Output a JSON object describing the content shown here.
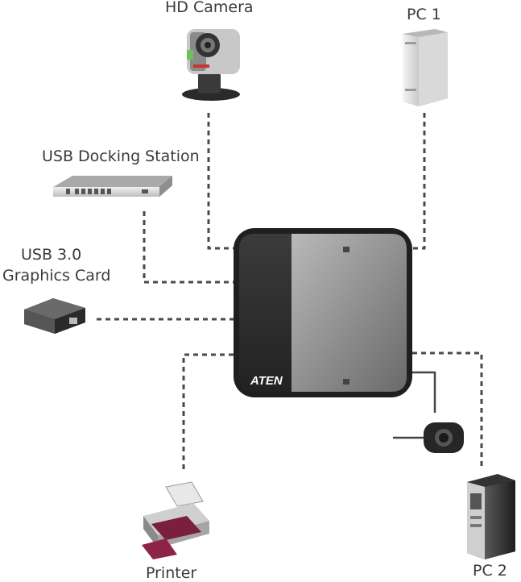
{
  "labels": {
    "hd_camera": "HD Camera",
    "pc1": "PC 1",
    "usb_docking": "USB Docking Station",
    "usb_graphics_line1": "USB 3.0",
    "usb_graphics_line2": "Graphics Card",
    "printer": "Printer",
    "pc2": "PC 2"
  },
  "hub": {
    "brand": "ATEN"
  },
  "colors": {
    "line": "#4a4a4a",
    "hub_dark": "#2e2e2e",
    "hub_light": "#9a9a9a",
    "label_text": "#3a3a3a"
  }
}
